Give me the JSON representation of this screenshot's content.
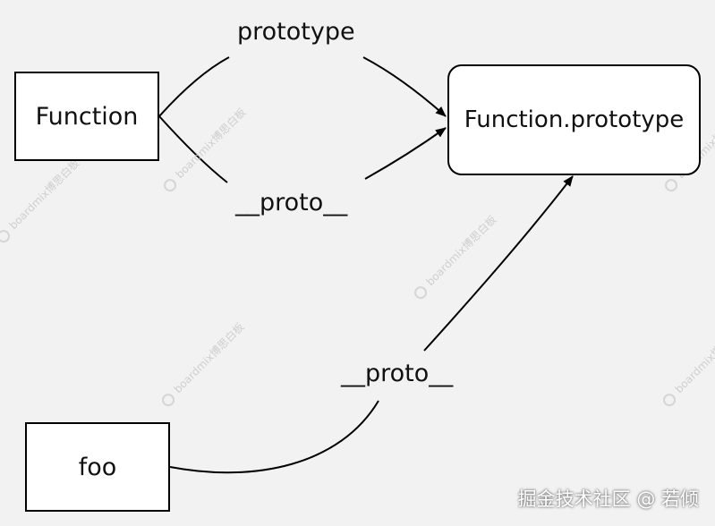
{
  "diagram": {
    "nodes": {
      "function": "Function",
      "function_prototype": "Function.prototype",
      "foo": "foo"
    },
    "edges": {
      "function_to_prototype_label": "prototype",
      "function_proto_label": "__proto__",
      "foo_proto_label": "__proto__"
    }
  },
  "watermark": {
    "text": "boardmix博思白板"
  },
  "footer": {
    "credit": "掘金技术社区 @ 若倾"
  },
  "colors": {
    "background": "#f2f2f2",
    "node_fill": "#ffffff",
    "stroke": "#000000"
  }
}
